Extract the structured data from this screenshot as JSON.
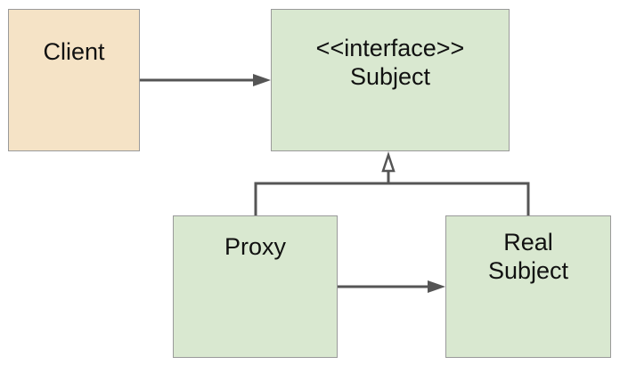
{
  "diagram": {
    "type": "uml-class-diagram",
    "colors": {
      "client_fill": "#f5e3c6",
      "class_fill": "#d9e8d0",
      "border": "#9a9a9a",
      "edge": "#555555"
    },
    "nodes": {
      "client": {
        "label": "Client"
      },
      "subject": {
        "stereotype": "<<interface>>",
        "label": "Subject"
      },
      "proxy": {
        "label": "Proxy"
      },
      "real_subject": {
        "label_line1": "Real",
        "label_line2": "Subject"
      }
    },
    "edges": [
      {
        "from": "client",
        "to": "subject",
        "kind": "association"
      },
      {
        "from": "proxy",
        "to": "subject",
        "kind": "realization"
      },
      {
        "from": "real_subject",
        "to": "subject",
        "kind": "realization"
      },
      {
        "from": "proxy",
        "to": "real_subject",
        "kind": "association"
      }
    ]
  }
}
